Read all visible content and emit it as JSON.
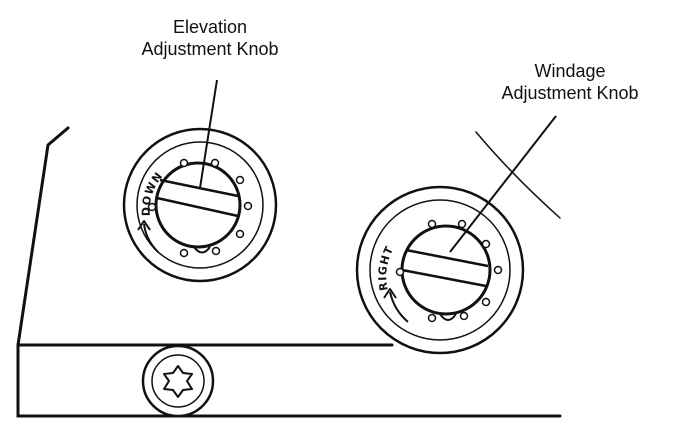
{
  "labels": {
    "elevation": [
      "Elevation",
      "Adjustment Knob"
    ],
    "windage": [
      "Windage",
      "Adjustment Knob"
    ]
  },
  "knob_markings": {
    "elevation": "DOWN",
    "windage": "RIGHT"
  },
  "colors": {
    "line": "#111111",
    "background": "#ffffff"
  },
  "icons": {
    "direction_arrow": "curved-arrow-icon",
    "screw": "torx-screw-icon"
  }
}
